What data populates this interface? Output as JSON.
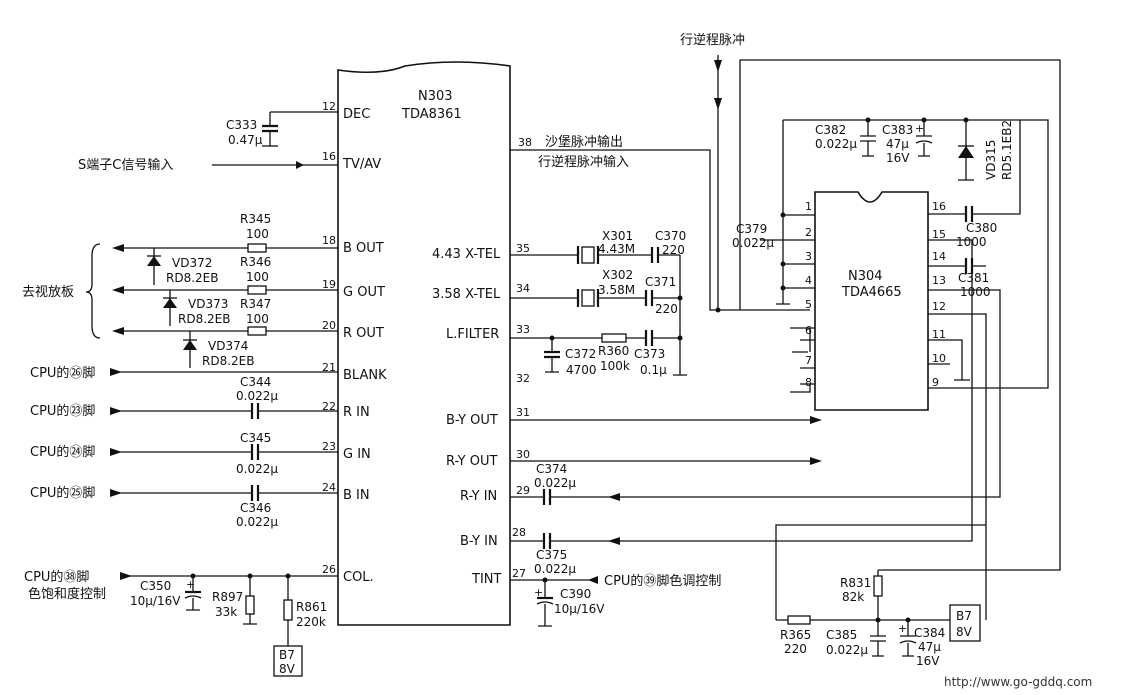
{
  "n303": {
    "ref": "N303",
    "part": "TDA8361",
    "left_pins": [
      {
        "num": "12",
        "name": "DEC"
      },
      {
        "num": "16",
        "name": "TV/AV"
      },
      {
        "num": "18",
        "name": "B OUT"
      },
      {
        "num": "19",
        "name": "G OUT"
      },
      {
        "num": "20",
        "name": "R OUT"
      },
      {
        "num": "21",
        "name": "BLANK"
      },
      {
        "num": "22",
        "name": "R IN"
      },
      {
        "num": "23",
        "name": "G IN"
      },
      {
        "num": "24",
        "name": "B IN"
      },
      {
        "num": "26",
        "name": "COL."
      }
    ],
    "right_pins": [
      {
        "num": "38",
        "name": ""
      },
      {
        "num": "35",
        "name": "4.43 X-TEL"
      },
      {
        "num": "34",
        "name": "3.58 X-TEL"
      },
      {
        "num": "33",
        "name": "L.FILTER"
      },
      {
        "num": "32",
        "name": ""
      },
      {
        "num": "31",
        "name": "B-Y OUT"
      },
      {
        "num": "30",
        "name": "R-Y OUT"
      },
      {
        "num": "29",
        "name": "R-Y IN"
      },
      {
        "num": "28",
        "name": "B-Y IN"
      },
      {
        "num": "27",
        "name": "TINT"
      }
    ]
  },
  "n304": {
    "ref": "N304",
    "part": "TDA4665",
    "left_pins": [
      "1",
      "2",
      "3",
      "4",
      "5",
      "6",
      "7",
      "8"
    ],
    "right_pins": [
      "16",
      "15",
      "14",
      "13",
      "12",
      "11",
      "10",
      "9"
    ]
  },
  "signals": {
    "svideo_c": "S端子C信号输入",
    "sandcastle_out": "沙堡脉冲输出",
    "flyback_in": "行逆程脉冲输入",
    "flyback_top": "行逆程脉冲",
    "video_board": "去视放板",
    "cpu26": "CPU的㉖脚",
    "cpu23": "CPU的㉓脚",
    "cpu24": "CPU的㉔脚",
    "cpu25": "CPU的㉕脚",
    "cpu38_line1": "CPU的㊳脚",
    "cpu38_line2": "色饱和度控制",
    "cpu39": "CPU的㊴脚色调控制"
  },
  "components": {
    "c333": {
      "ref": "C333",
      "value": "0.47μ"
    },
    "r345": {
      "ref": "R345",
      "value": "100"
    },
    "r346": {
      "ref": "R346",
      "value": "100"
    },
    "r347": {
      "ref": "R347",
      "value": "100"
    },
    "vd372": {
      "ref": "VD372",
      "value": "RD8.2EB"
    },
    "vd373": {
      "ref": "VD373",
      "value": "RD8.2EB"
    },
    "vd374": {
      "ref": "VD374",
      "value": "RD8.2EB"
    },
    "c344": {
      "ref": "C344",
      "value": "0.022μ"
    },
    "c345": {
      "ref": "C345",
      "value": "0.022μ"
    },
    "c346": {
      "ref": "C346",
      "value": "0.022μ"
    },
    "c350": {
      "ref": "C350",
      "value": "10μ/16V"
    },
    "r897": {
      "ref": "R897",
      "value": "33k"
    },
    "r861": {
      "ref": "R861",
      "value": "220k"
    },
    "x301": {
      "ref": "X301",
      "value": "4.43M"
    },
    "x302": {
      "ref": "X302",
      "value": "3.58M"
    },
    "c370": {
      "ref": "C370",
      "value": "220"
    },
    "c371": {
      "ref": "C371",
      "value": "220"
    },
    "c372": {
      "ref": "C372",
      "value": "4700"
    },
    "r360": {
      "ref": "R360",
      "value": "100k"
    },
    "c373": {
      "ref": "C373",
      "value": "0.1μ"
    },
    "c374": {
      "ref": "C374",
      "value": "0.022μ"
    },
    "c375": {
      "ref": "C375",
      "value": "0.022μ"
    },
    "c390": {
      "ref": "C390",
      "value": "10μ/16V"
    },
    "c382": {
      "ref": "C382",
      "value": "0.022μ"
    },
    "c383": {
      "ref": "C383",
      "value": "47μ",
      "rating": "16V"
    },
    "vd315": {
      "ref": "VD315",
      "value": "RD5.1EB2"
    },
    "c379": {
      "ref": "C379",
      "value": "0.022μ"
    },
    "c380": {
      "ref": "C380",
      "value": "1000"
    },
    "c381": {
      "ref": "C381",
      "value": "1000"
    },
    "r831": {
      "ref": "R831",
      "value": "82k"
    },
    "r365": {
      "ref": "R365",
      "value": "220"
    },
    "c385": {
      "ref": "C385",
      "value": "0.022μ"
    },
    "c384": {
      "ref": "C384",
      "value": "47μ",
      "rating": "16V"
    }
  },
  "supplies": {
    "left": {
      "name": "B7",
      "voltage": "8V"
    },
    "right": {
      "name": "B7",
      "voltage": "8V"
    }
  },
  "watermark": "http://www.go-gddq.com"
}
